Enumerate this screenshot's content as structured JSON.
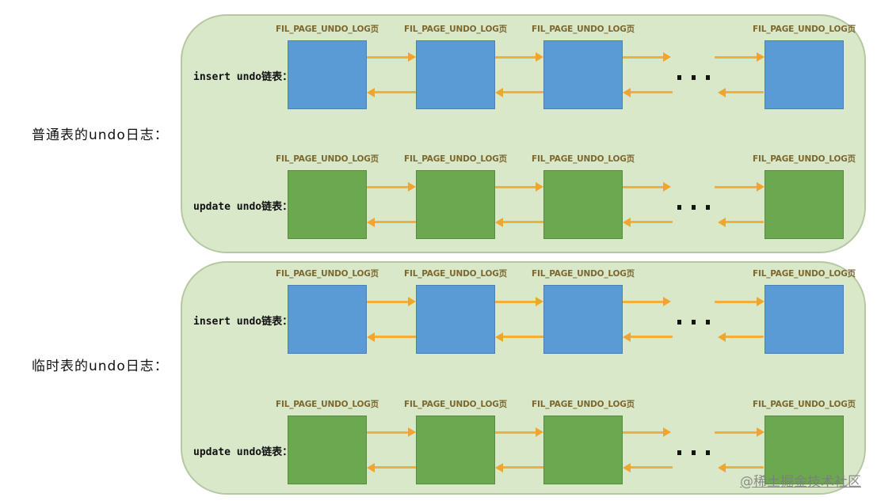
{
  "watermark": "@稀土掘金技术社区",
  "ellipsis": "...",
  "colors": {
    "panel_background": "#d9e8c9",
    "panel_border": "#b6c8a2",
    "insert_box": "#5b9bd5",
    "update_box": "#6ba84f",
    "arrow": "#f3ae3a",
    "page_label_text": "#7c682f"
  },
  "sections": [
    {
      "title": "普通表的undo日志：",
      "rows": [
        {
          "label": "insert undo链表：",
          "type": "blue",
          "page_label": "FIL_PAGE_UNDO_LOG页",
          "box_count": 4
        },
        {
          "label": "update undo链表：",
          "type": "green",
          "page_label": "FIL_PAGE_UNDO_LOG页",
          "box_count": 4
        }
      ]
    },
    {
      "title": "临时表的undo日志：",
      "rows": [
        {
          "label": "insert undo链表：",
          "type": "blue",
          "page_label": "FIL_PAGE_UNDO_LOG页",
          "box_count": 4
        },
        {
          "label": "update undo链表：",
          "type": "green",
          "page_label": "FIL_PAGE_UNDO_LOG页",
          "box_count": 4
        }
      ]
    }
  ]
}
